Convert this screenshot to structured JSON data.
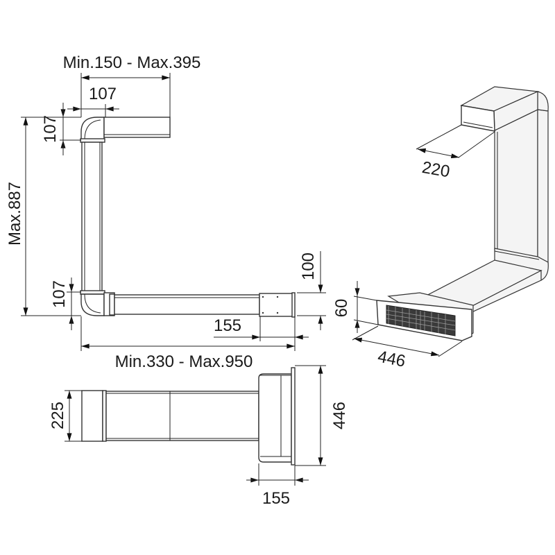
{
  "side_view": {
    "top_span": "Min.150 - Max.395",
    "elbow_width": "107",
    "elbow_height_top": "107",
    "max_height": "Max.887",
    "elbow_height_bottom": "107",
    "outlet_height": "100",
    "outlet_depth": "155",
    "bottom_span": "Min.330 - Max.950"
  },
  "plan_view": {
    "duct_width": "225",
    "outlet_width": "446",
    "outlet_depth": "155"
  },
  "iso_view": {
    "duct_width": "220",
    "grille_height": "60",
    "grille_width": "446"
  }
}
